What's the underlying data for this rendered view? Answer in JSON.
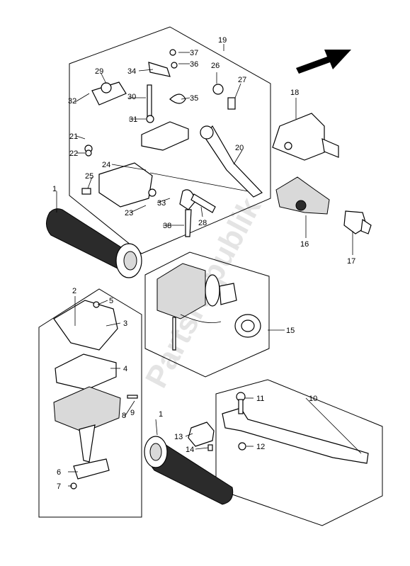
{
  "diagram": {
    "watermark": "PartsRepublik",
    "callouts": {
      "c1a": "1",
      "c1b": "1",
      "c2": "2",
      "c3": "3",
      "c4": "4",
      "c5": "5",
      "c6": "6",
      "c7": "7",
      "c8": "8",
      "c9": "9",
      "c10": "10",
      "c11": "11",
      "c12": "12",
      "c13": "13",
      "c14": "14",
      "c15": "15",
      "c16": "16",
      "c17": "17",
      "c18": "18",
      "c19": "19",
      "c20": "20",
      "c21": "21",
      "c22": "22",
      "c23": "23",
      "c24": "24",
      "c25": "25",
      "c26": "26",
      "c27": "27",
      "c28": "28",
      "c29": "29",
      "c30": "30",
      "c31": "31",
      "c32": "32",
      "c33": "33",
      "c34": "34",
      "c35": "35",
      "c36": "36",
      "c37": "37",
      "c38": "38"
    }
  }
}
